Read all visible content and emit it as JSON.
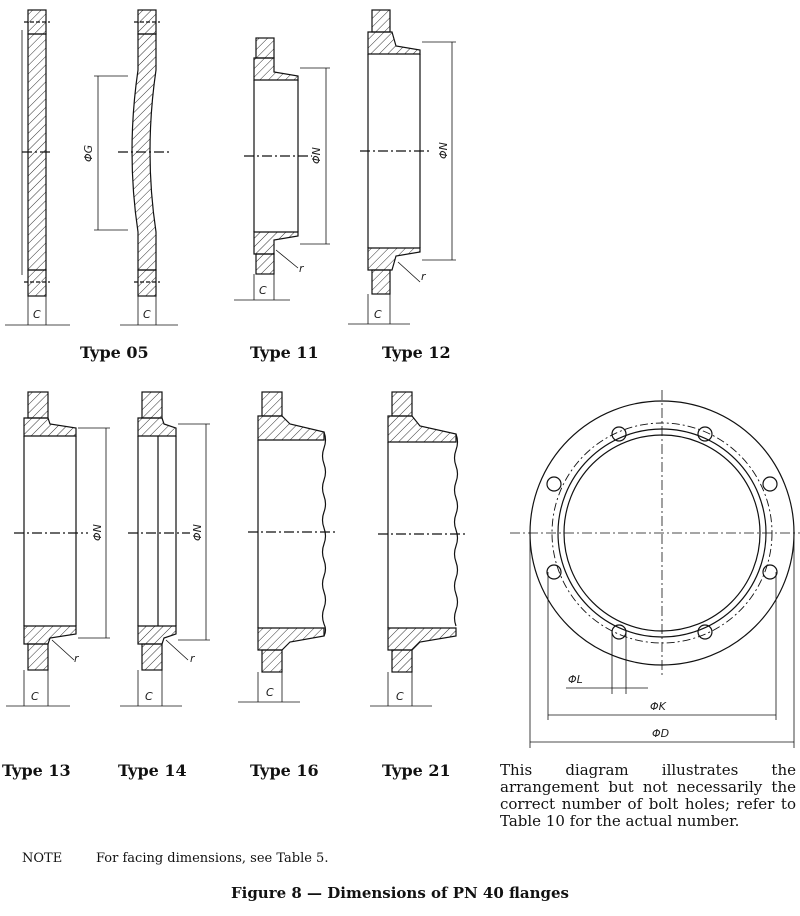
{
  "figure": {
    "caption": "Figure 8 — Dimensions of PN 40 flanges",
    "note_label": "NOTE",
    "note_text": "For facing dimensions, see Table 5.",
    "bolt_hole_note": "This diagram illustrates the arrangement but not necessarily the correct number of bolt holes; refer to Table 10 for the actual number."
  },
  "types": {
    "t05": "Type 05",
    "t11": "Type 11",
    "t12": "Type 12",
    "t13": "Type 13",
    "t14": "Type 14",
    "t16": "Type 16",
    "t21": "Type 21"
  },
  "dims": {
    "c": "C",
    "g": "ΦG",
    "n": "ΦN",
    "r": "r",
    "l": "ΦL",
    "k": "ΦK",
    "d": "ΦD"
  },
  "colors": {
    "line": "#111111",
    "hatch": "#333333"
  }
}
